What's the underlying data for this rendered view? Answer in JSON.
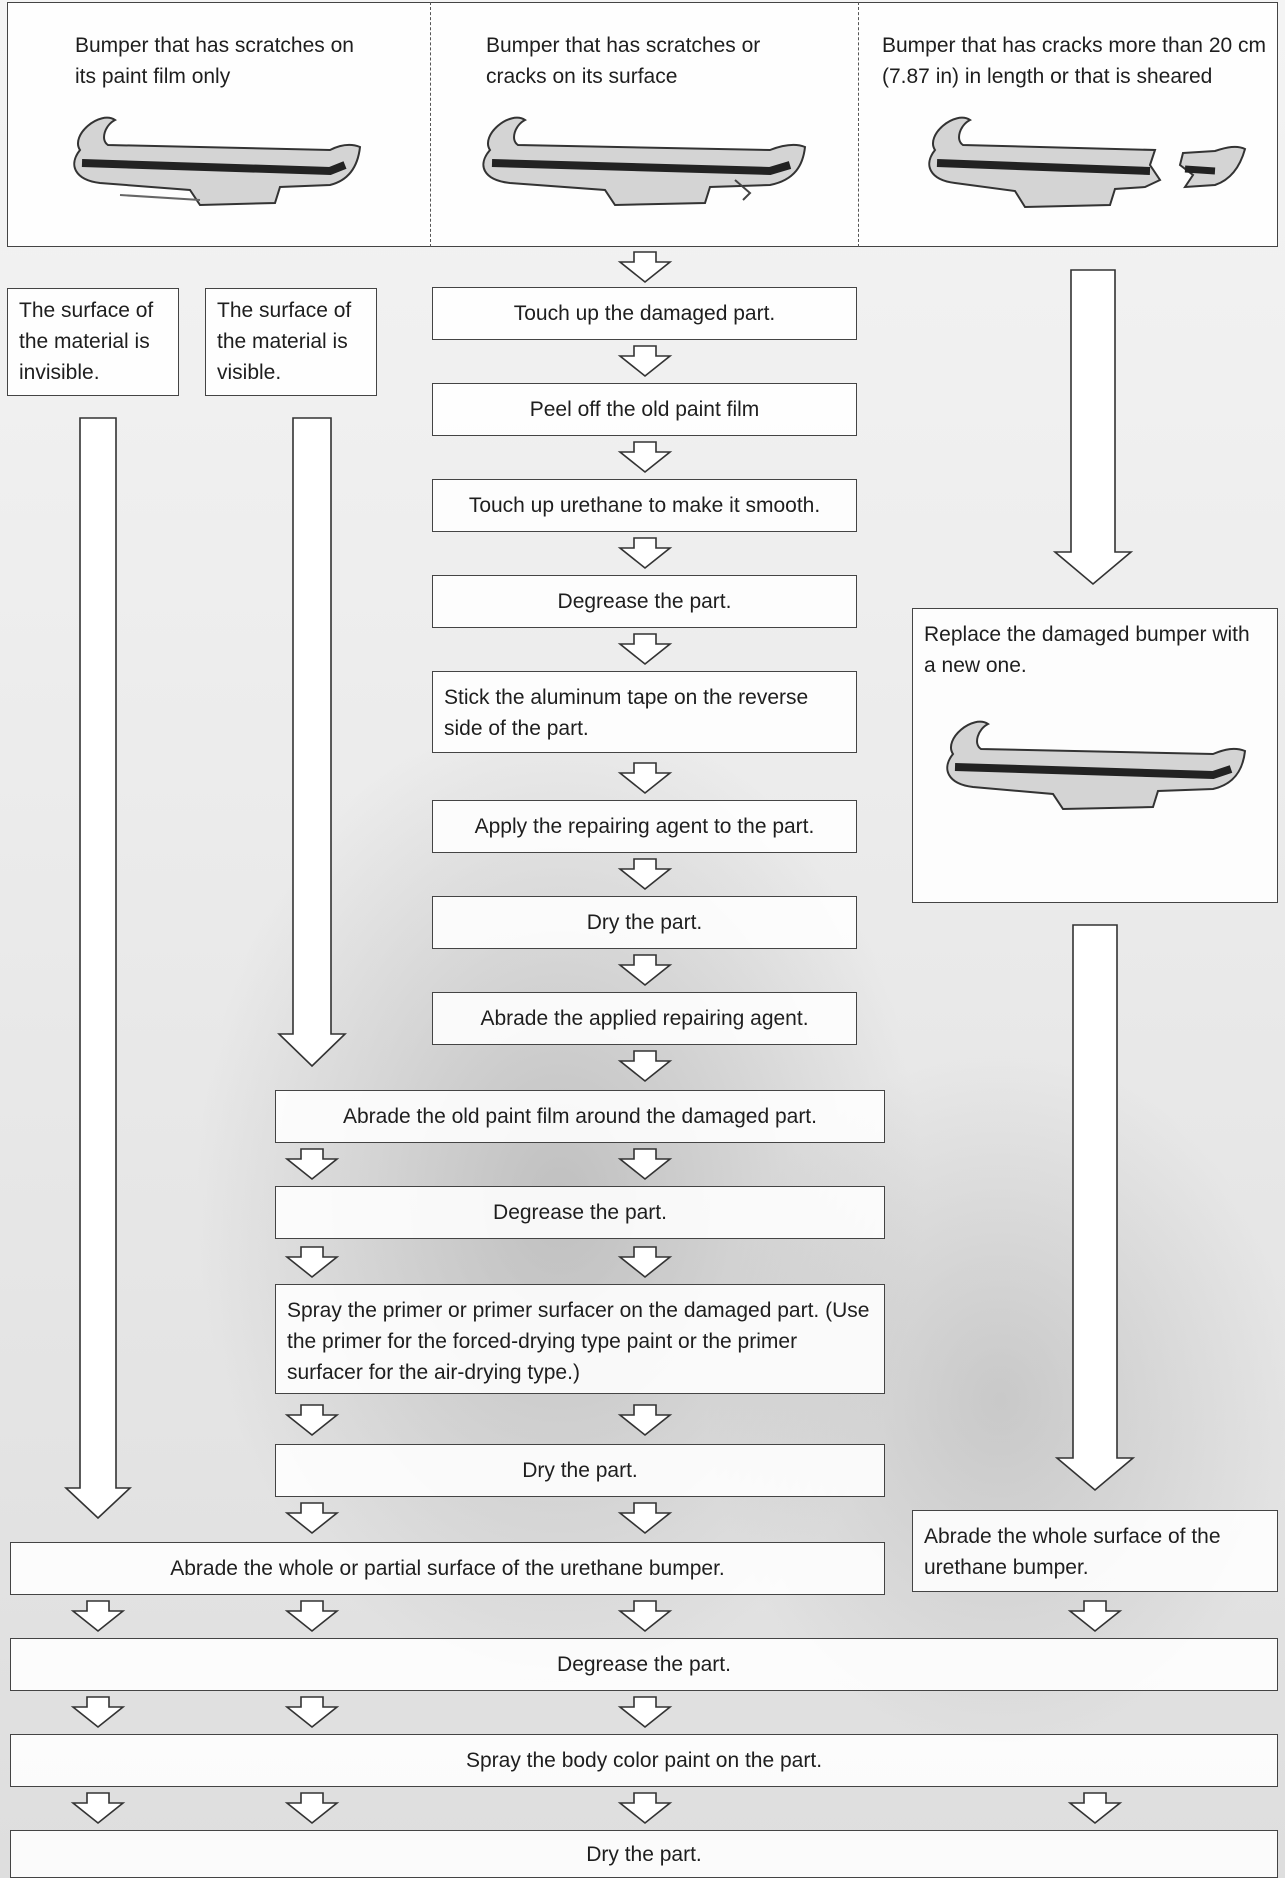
{
  "header": {
    "col1": "Bumper that has scratches on its paint film only",
    "col2": "Bumper that has scratches or cracks on its surface",
    "col3": "Bumper that has cracks more than 20 cm (7.87 in) in length or that is sheared"
  },
  "conditions": {
    "invisible": "The surface of the material is invisible.",
    "visible": "The surface of the material is visible."
  },
  "steps": {
    "touch_up_damaged": "Touch up the damaged part.",
    "peel_off": "Peel off the old paint film",
    "touch_up_urethane": "Touch up urethane to make it smooth.",
    "degrease_1": "Degrease the part.",
    "aluminum_tape": "Stick the aluminum tape on the reverse side of the part.",
    "apply_agent": "Apply the repairing agent to the part.",
    "dry_1": "Dry the part.",
    "abrade_agent": "Abrade the applied repairing agent.",
    "abrade_old_film": "Abrade the old paint film around the damaged part.",
    "degrease_2": "Degrease the part.",
    "spray_primer": "Spray the primer or primer surfacer on the damaged part. (Use the primer for the forced-drying type paint or the primer surfacer for the air-drying type.)",
    "dry_2": "Dry the part.",
    "abrade_whole_partial": "Abrade the whole or partial surface of the urethane bumper.",
    "replace_bumper": "Replace the damaged bumper with a new one.",
    "abrade_whole": "Abrade the whole surface of the urethane bumper.",
    "degrease_final": "Degrease the part.",
    "spray_body_color": "Spray the body color paint on the part.",
    "dry_final": "Dry the part."
  }
}
